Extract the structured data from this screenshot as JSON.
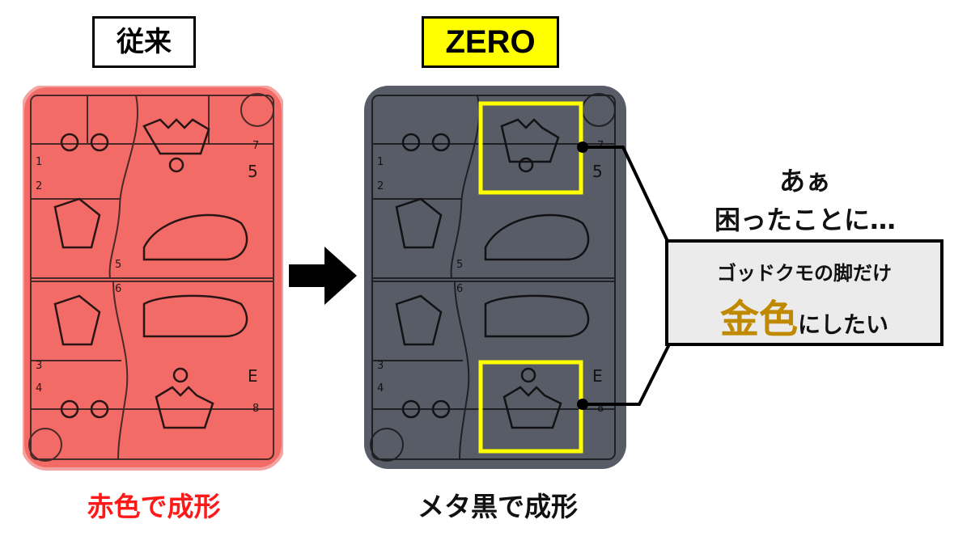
{
  "labels": {
    "old": "従来",
    "new": "ZERO"
  },
  "runner_red": {
    "fill": "#f26b66",
    "numbers": [
      "1",
      "2",
      "3",
      "4",
      "5",
      "6",
      "7",
      "8"
    ],
    "letters": [
      "5",
      "E"
    ]
  },
  "runner_black": {
    "fill": "#585c66",
    "highlight_color": "#ffff00",
    "numbers": [
      "1",
      "2",
      "3",
      "4",
      "5",
      "6",
      "7",
      "8"
    ],
    "letters": [
      "5",
      "E"
    ]
  },
  "captions": {
    "red": "赤色で成形",
    "black": "メタ黒で成形"
  },
  "colors": {
    "caption_red": "#ff1a1a",
    "gold": "#c08a00",
    "label_new_bg": "#ffff00"
  },
  "exclaim": {
    "line1": "あぁ",
    "line2": "困ったことに…"
  },
  "callout": {
    "line1": "ゴッドクモの脚だけ",
    "gold": "金色",
    "rest": "にしたい"
  }
}
